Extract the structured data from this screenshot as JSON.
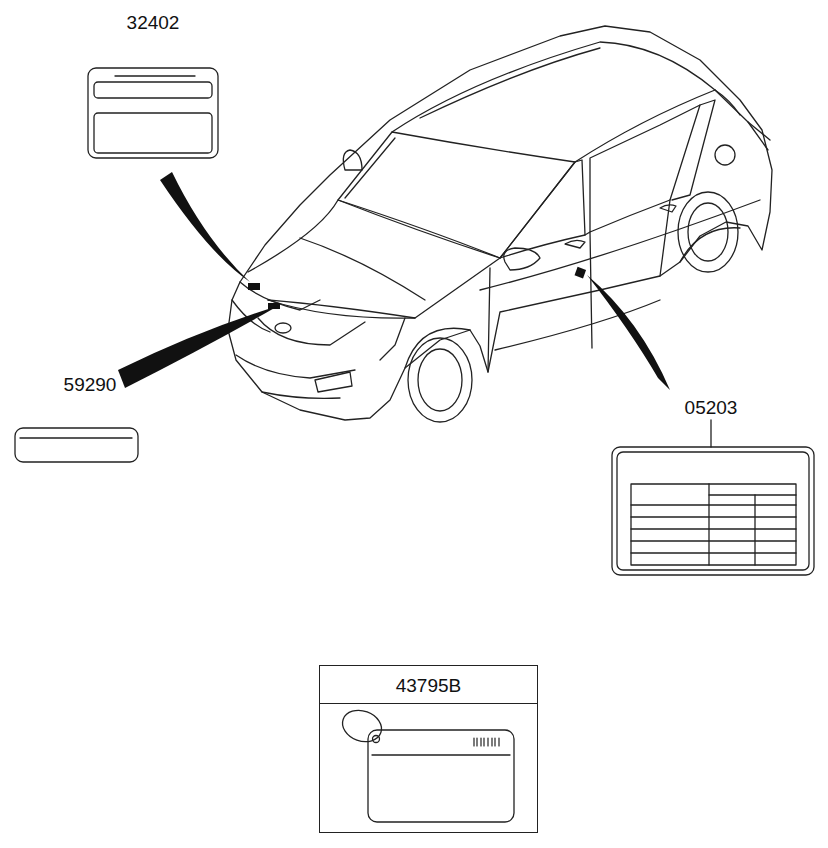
{
  "diagram": {
    "nodes": [
      {
        "text": [
          "43795B"
        ]
      }
    ],
    "labels": [
      "32402",
      "59290",
      "05203"
    ]
  }
}
